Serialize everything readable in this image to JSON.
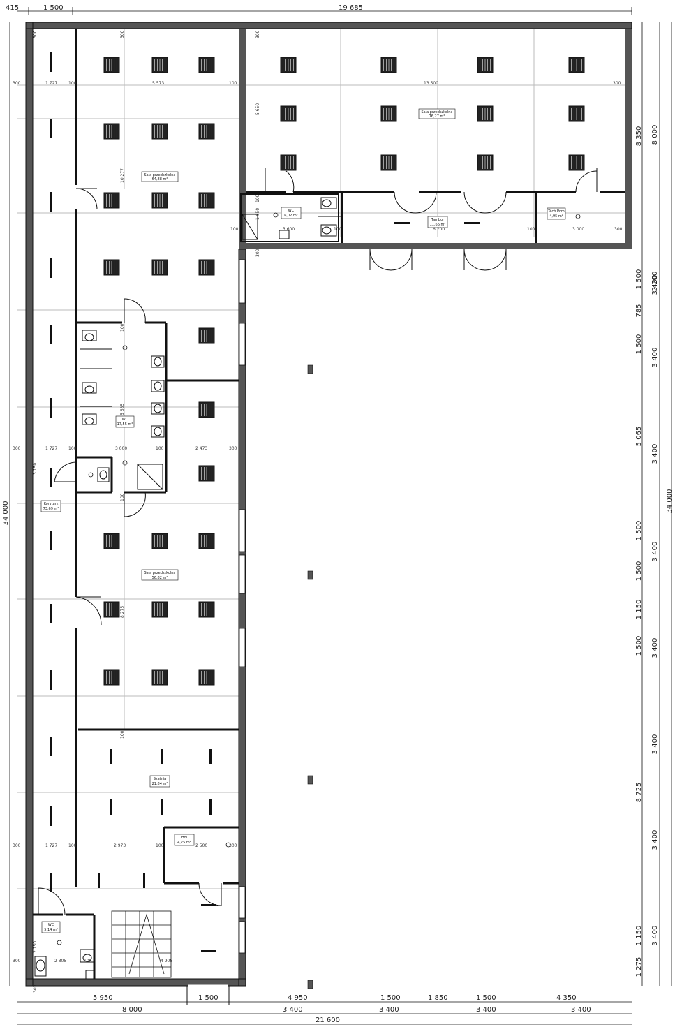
{
  "top_dims": {
    "a": "415",
    "b": "1 500",
    "c": "19 685"
  },
  "left_dims": {
    "total": "34 000"
  },
  "right_dims": {
    "outer": "34 000",
    "mid": [
      "8 000",
      "3 400",
      "3 400",
      "3 400",
      "3 400",
      "3 400",
      "3 400",
      "3 400",
      "3 400"
    ],
    "inner": [
      "8 350",
      "2 200",
      "1 500",
      "785",
      "1 500",
      "5 065",
      "1 500",
      "1 500",
      "1 150",
      "1 500",
      "8 725",
      "1 150",
      "1 275"
    ]
  },
  "bottom_dims": {
    "row1": [
      "5 950",
      "1 500",
      "4 950",
      "1 500",
      "1 850",
      "1 500",
      "4 350"
    ],
    "row2": [
      "8 000",
      "3 400",
      "3 400",
      "3 400",
      "3 400"
    ],
    "total": "21 600"
  },
  "inner_dims": {
    "row_a": [
      "300",
      "1 727",
      "100",
      "5 573",
      "100",
      "13 500",
      "300"
    ],
    "row_b": [
      "300",
      "1 727",
      "100",
      "3 000",
      "100",
      "2 473",
      "300"
    ],
    "row_c": [
      "300",
      "1 727",
      "100",
      "2 973",
      "100",
      "2 500",
      "300"
    ],
    "row_d": [
      "100",
      "3 600",
      "100",
      "6 700",
      "100",
      "3 000",
      "300"
    ],
    "row_e": [
      "300",
      "2 305",
      "100",
      "4 905"
    ],
    "vertical": [
      "300",
      "300",
      "300",
      "5 650",
      "10 277",
      "100",
      "5 685",
      "3 150",
      "100",
      "8 275",
      "100",
      "300",
      "1 650",
      "2 150",
      "100",
      "300"
    ]
  },
  "rooms": [
    {
      "name": "Sala przedszkolna",
      "area": "64,88 m²"
    },
    {
      "name": "Sala przedszkolna",
      "area": "76,27 m²"
    },
    {
      "name": "WC",
      "area": "6,02 m²"
    },
    {
      "name": "Tambor",
      "area": "11,66 m²"
    },
    {
      "name": "Tech.Pom",
      "area": "4,95 m²"
    },
    {
      "name": "WC",
      "area": "17,55 m²"
    },
    {
      "name": "Korytarz",
      "area": "73,69 m²"
    },
    {
      "name": "Sala przedszkolna",
      "area": "56,82 m²"
    },
    {
      "name": "Szatnia",
      "area": "21,84 m²"
    },
    {
      "name": "Hol",
      "area": "4,75 m²"
    },
    {
      "name": "WC",
      "area": "5,14 m²"
    }
  ],
  "colors": {
    "wall": "#555555",
    "line": "#111111",
    "grid": "#bbbbbb"
  }
}
